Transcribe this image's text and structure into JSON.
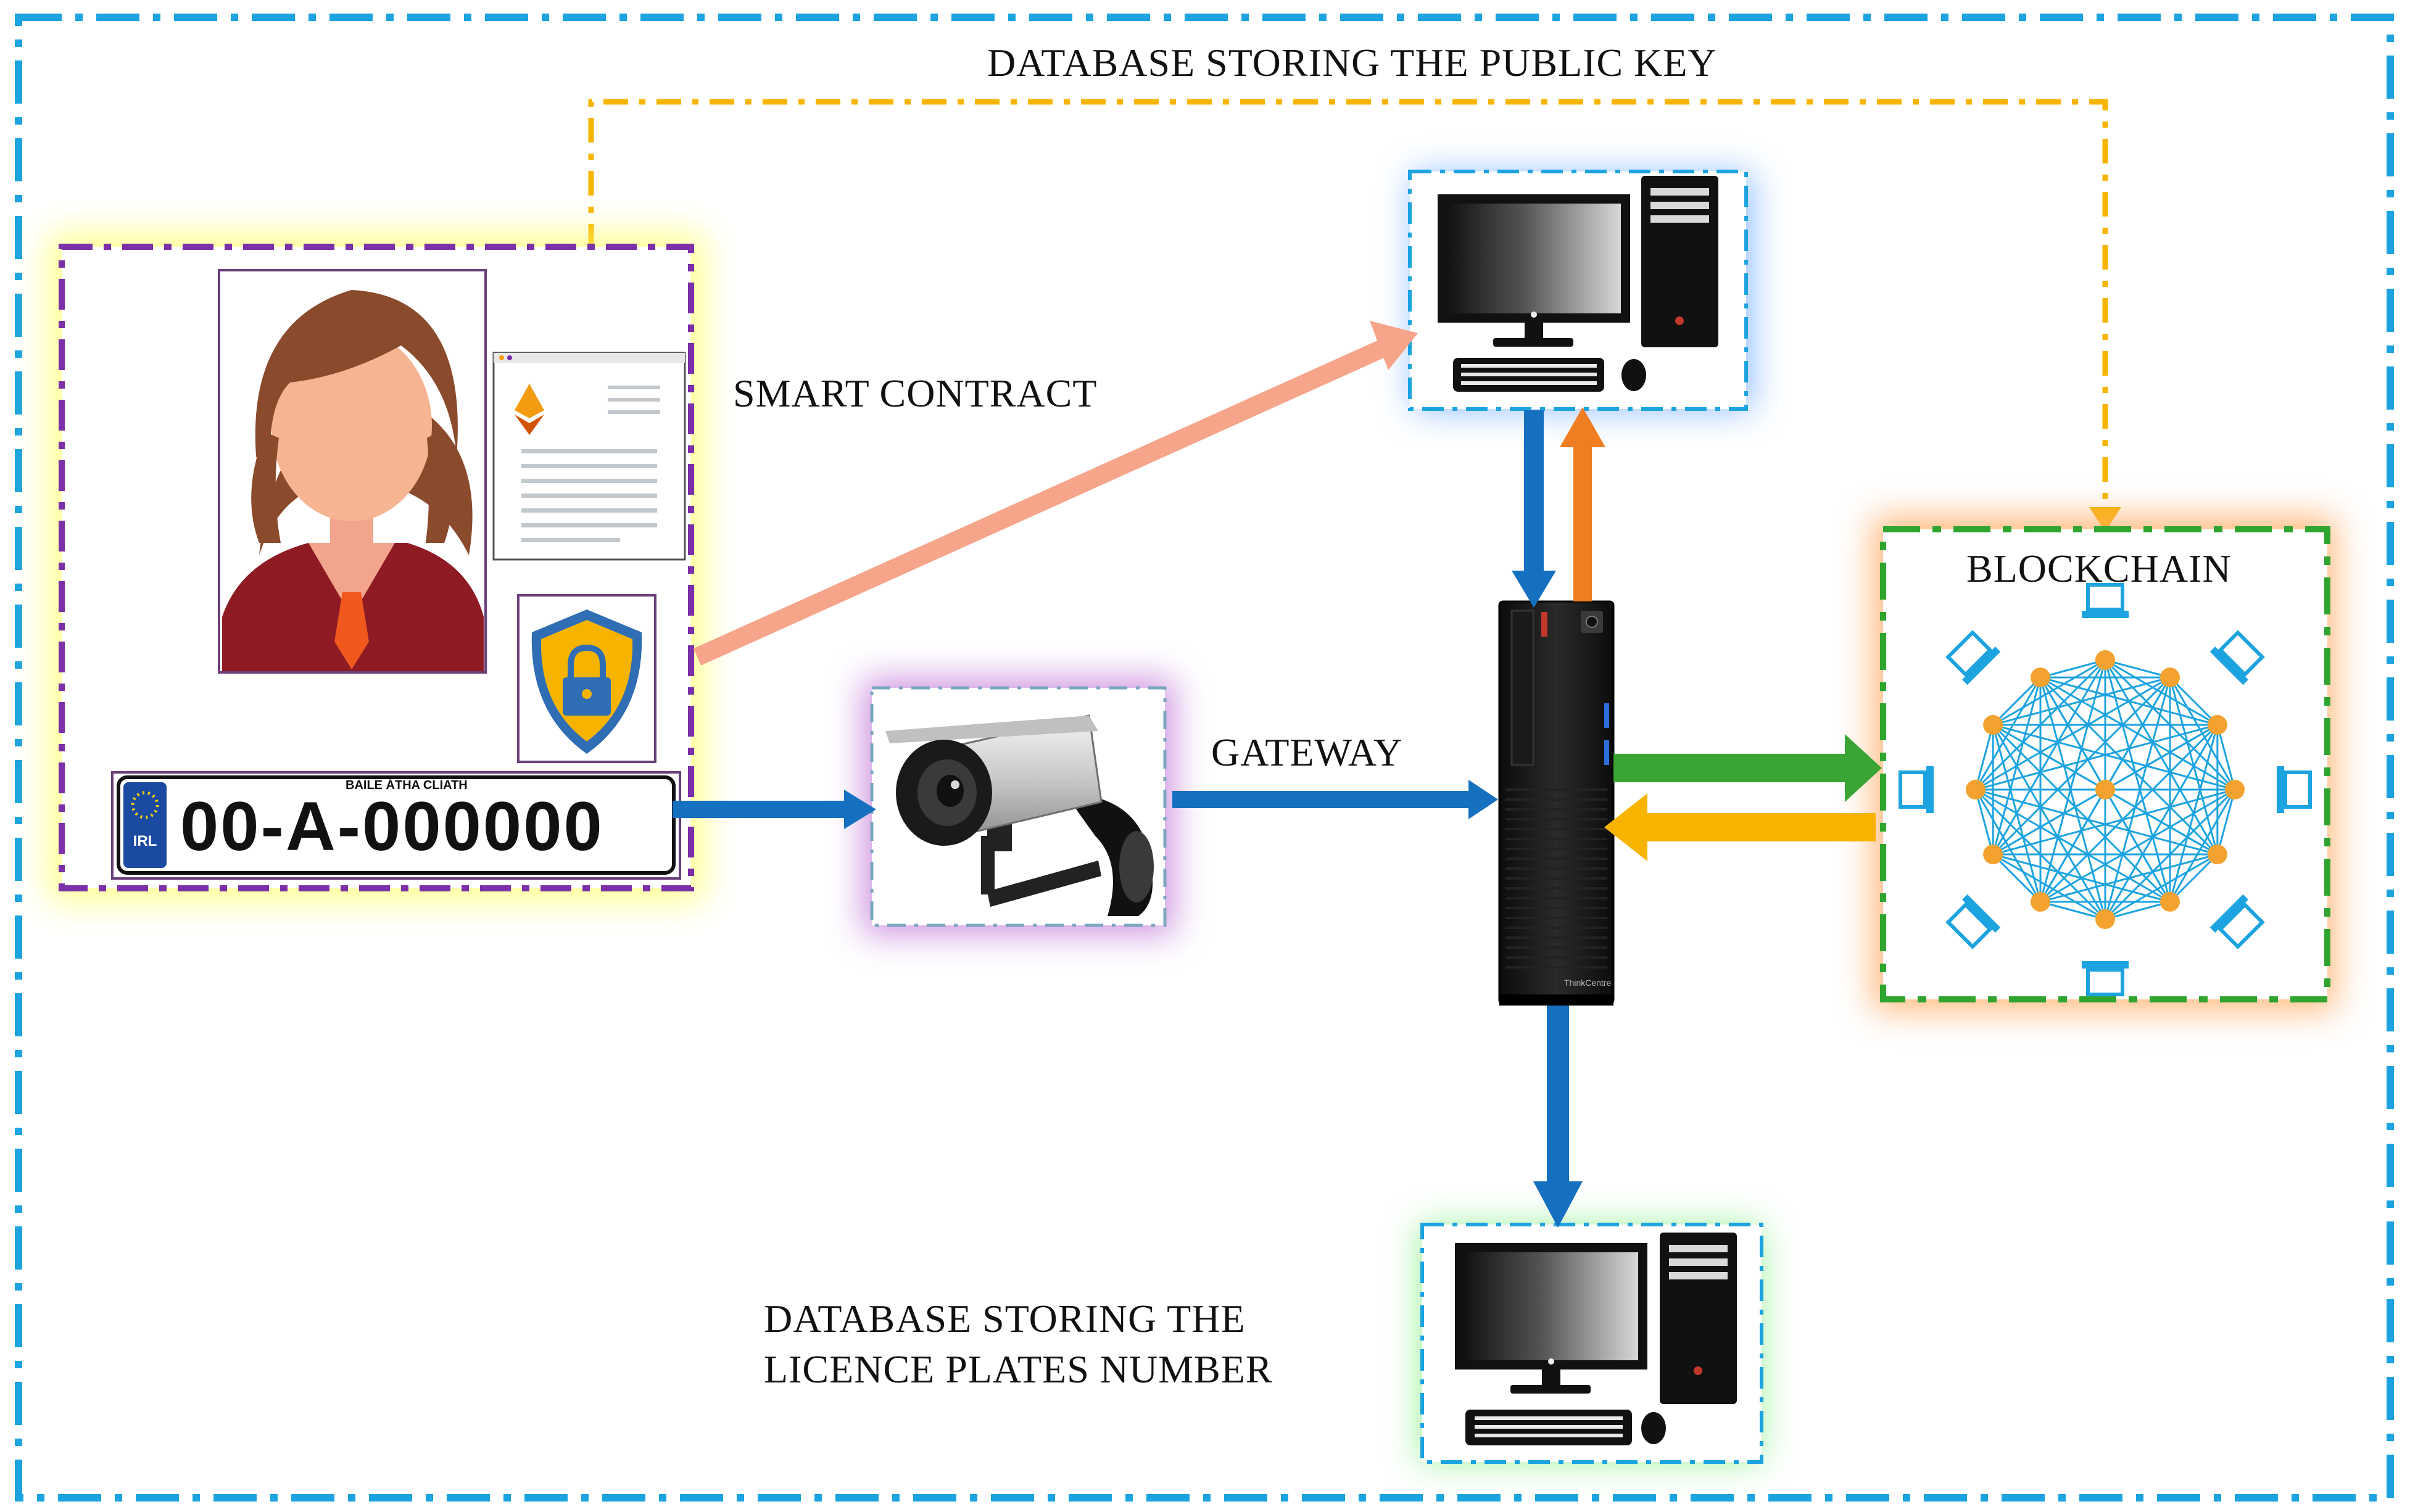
{
  "labels": {
    "public_key_db": "DATABASE STORING THE PUBLIC KEY",
    "smart_contract": "SMART CONTRACT",
    "gateway": "GATEWAY",
    "blockchain": "BLOCKCHAIN",
    "plates_db_line1": "DATABASE STORING THE",
    "plates_db_line2": "LICENCE PLATES NUMBER"
  },
  "plate": {
    "number": "00-A-000000",
    "region_text": "BAILE ÁTHA CLIATH",
    "country_code": "IRL"
  },
  "server": {
    "brand": "ThinkCentre"
  },
  "colors": {
    "outer_border": "#1ca3e0",
    "public_key_link": "#f6b400",
    "id_card_border": "#7b2fa8",
    "id_glow": "#ffff66",
    "camera_glow": "#c27bd9",
    "pc_glow_top": "#6aa8ff",
    "pc_glow_bottom": "#8ef08e",
    "blockchain_border": "#2fa52f",
    "blockchain_glow": "#ffad66",
    "flow_blue": "#1570c0",
    "flow_orange": "#ef7d22",
    "flow_green": "#3aa535",
    "flow_yellow": "#f6b400",
    "smart_contract_arrow": "#f7a58a",
    "network_blue": "#1ca3e0",
    "coin_orange": "#f3a230"
  }
}
